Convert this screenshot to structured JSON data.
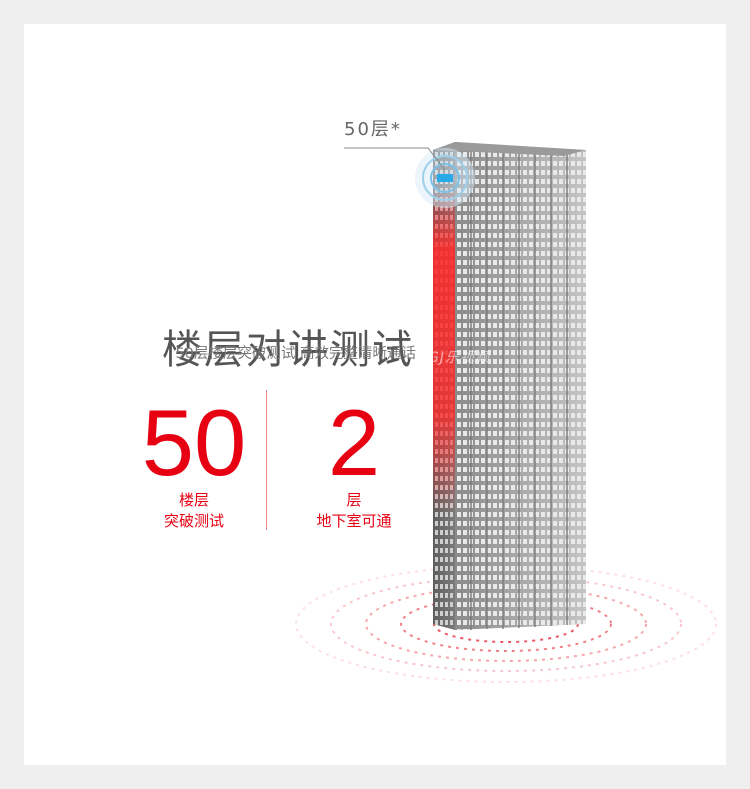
{
  "title": "楼层对讲测试",
  "subtitle": "50层楼层突破测试 高效完整清晰通话",
  "floor_label": "50层*",
  "watermark": "GJ乐视频",
  "stats": [
    {
      "value": "50",
      "caption_line1": "楼层",
      "caption_line2": "突破测试"
    },
    {
      "value": "2",
      "caption_line1": "层",
      "caption_line2": "地下室可通"
    }
  ],
  "colors": {
    "accent": "#e60012",
    "text_gray": "#555555",
    "background": "#ffffff"
  },
  "icons": [
    "building-illustration",
    "signal-icon",
    "ripple-rings"
  ]
}
